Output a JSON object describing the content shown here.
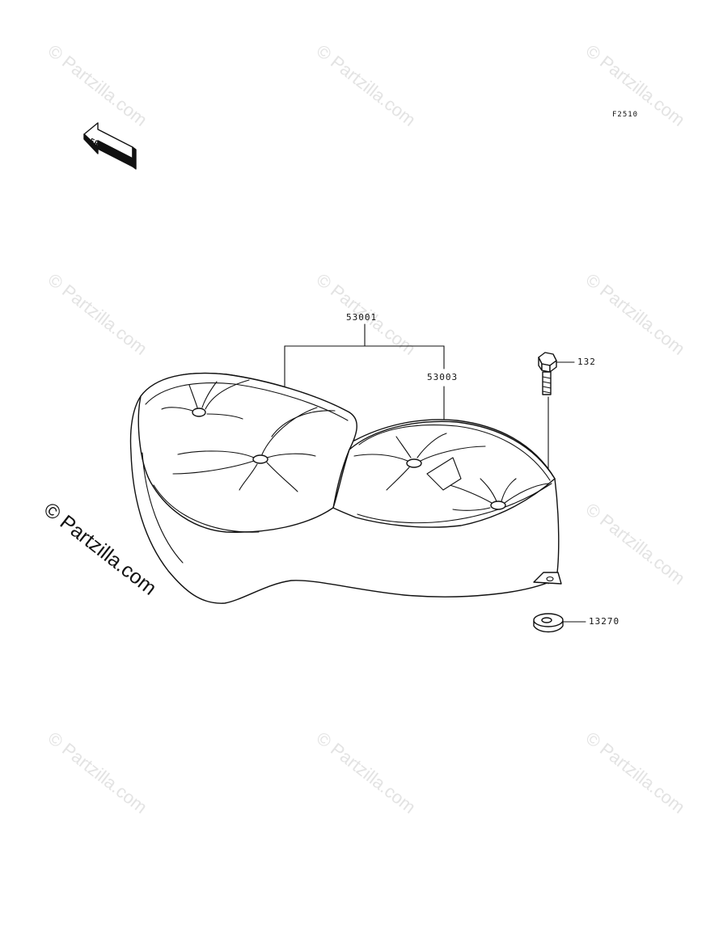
{
  "diagram": {
    "figure_code": "F2510",
    "front_label": "FRONT",
    "callouts": {
      "seat_assy": "53001",
      "seat_cover": "53003",
      "bolt": "132",
      "nut": "13270"
    },
    "copyright": "© Partzilla.com",
    "watermark": "© Partzilla.com"
  }
}
